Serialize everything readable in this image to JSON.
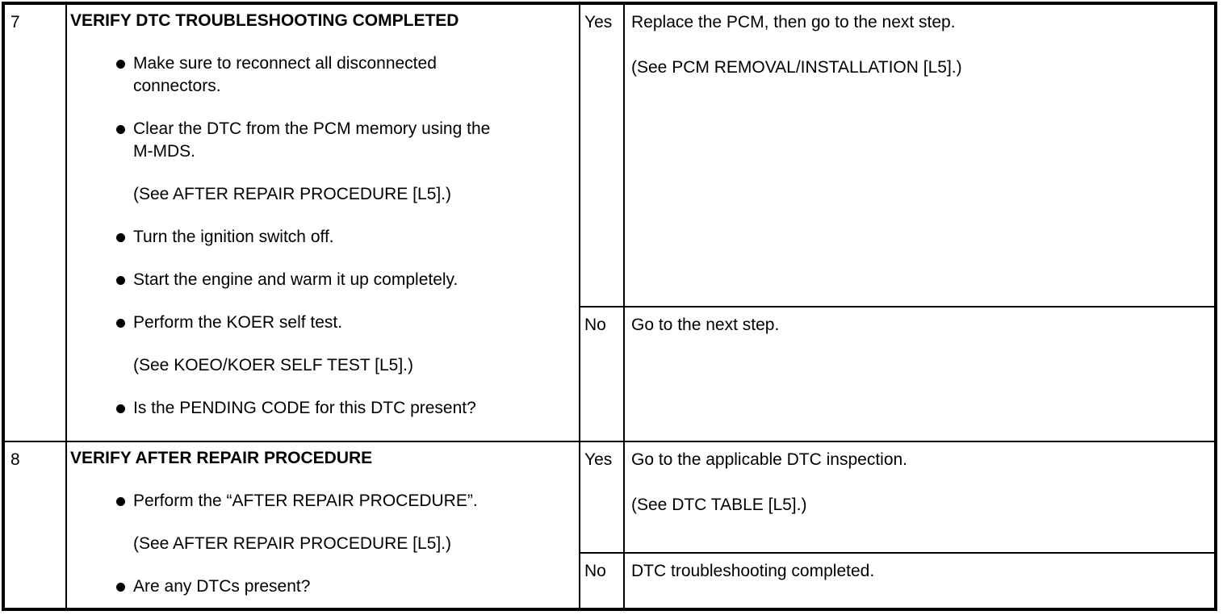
{
  "page": {
    "background": "#ffffff",
    "text_color": "#000000",
    "border_color": "#000000"
  },
  "table": {
    "rows": [
      {
        "step": "7",
        "action": {
          "title": "VERIFY DTC TROUBLESHOOTING COMPLETED",
          "items": [
            {
              "bullet": true,
              "lines": [
                "Make sure to reconnect all disconnected",
                "connectors."
              ]
            },
            {
              "bullet": true,
              "lines": [
                "Clear the DTC from the PCM memory using the",
                "M-MDS."
              ]
            },
            {
              "bullet": false,
              "lines": [
                "(See AFTER REPAIR PROCEDURE [L5].)"
              ]
            },
            {
              "bullet": true,
              "lines": [
                "Turn the ignition switch off."
              ]
            },
            {
              "bullet": true,
              "lines": [
                "Start the engine and warm it up completely."
              ]
            },
            {
              "bullet": true,
              "lines": [
                "Perform the KOER self test."
              ]
            },
            {
              "bullet": false,
              "lines": [
                "(See KOEO/KOER SELF TEST [L5].)"
              ]
            },
            {
              "bullet": true,
              "lines": [
                "Is the PENDING CODE for this DTC present?"
              ]
            }
          ]
        },
        "outcomes": [
          {
            "answer": "Yes",
            "lines": [
              "Replace the PCM, then go to the next step.",
              "(See PCM REMOVAL/INSTALLATION [L5].)"
            ]
          },
          {
            "answer": "No",
            "lines": [
              "Go to the next step."
            ]
          }
        ]
      },
      {
        "step": "8",
        "action": {
          "title": "VERIFY AFTER REPAIR PROCEDURE",
          "items": [
            {
              "bullet": true,
              "lines": [
                "Perform the “AFTER REPAIR PROCEDURE”."
              ]
            },
            {
              "bullet": false,
              "lines": [
                "(See AFTER REPAIR PROCEDURE [L5].)"
              ]
            },
            {
              "bullet": true,
              "lines": [
                "Are any DTCs present?"
              ]
            }
          ]
        },
        "outcomes": [
          {
            "answer": "Yes",
            "lines": [
              "Go to the applicable DTC inspection.",
              "(See DTC TABLE [L5].)"
            ]
          },
          {
            "answer": "No",
            "lines": [
              "DTC troubleshooting completed."
            ]
          }
        ]
      }
    ]
  }
}
